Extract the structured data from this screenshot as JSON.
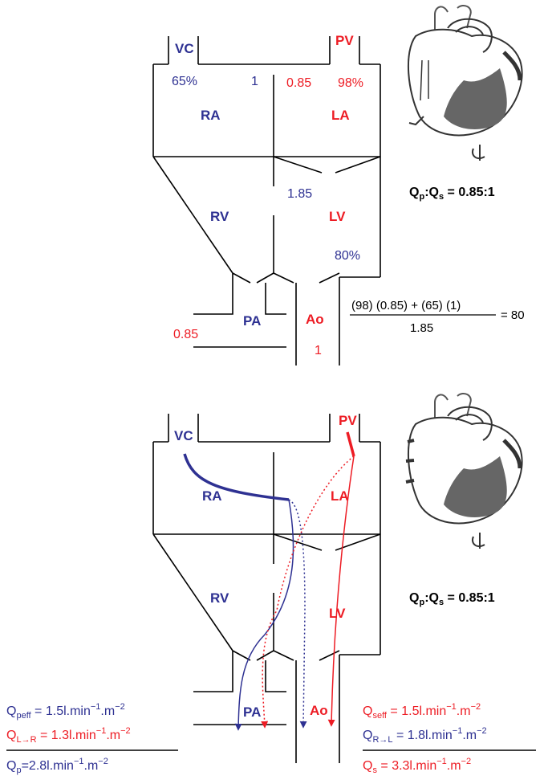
{
  "colors": {
    "blue": "#2e3192",
    "red": "#ed1c24",
    "black": "#000000",
    "heart": "#555555"
  },
  "top": {
    "labels": {
      "vc": "VC",
      "pv": "PV",
      "ra": "RA",
      "la": "LA",
      "rv": "RV",
      "lv": "LV",
      "pa": "PA",
      "ao": "Ao"
    },
    "values": {
      "ra_sat": "65%",
      "ra_flow": "1",
      "la_flow": "0.85",
      "la_sat": "98%",
      "lv_flow": "1.85",
      "lv_sat": "80%",
      "pa_flow": "0.85",
      "ao_flow": "1"
    },
    "ratio": {
      "q1": "Q",
      "s1": "p",
      "colon": ":Q",
      "s2": "s",
      "val": " = 0.85:1"
    },
    "equation": {
      "numerator": "(98) (0.85) + (65) (1)",
      "denominator": "1.85",
      "result": "= 80"
    }
  },
  "bottom": {
    "labels": {
      "vc": "VC",
      "pv": "PV",
      "ra": "RA",
      "la": "LA",
      "rv": "RV",
      "lv": "LV",
      "pa": "PA",
      "ao": "Ao"
    },
    "ratio": {
      "q1": "Q",
      "s1": "p",
      "colon": ":Q",
      "s2": "s",
      "val": " = 0.85:1"
    },
    "left": {
      "l1_q": "Q",
      "l1_sub": "peff",
      "l1_val": " = 1.5l.min",
      "l1_exp": "−1",
      "l1_mid": ".m",
      "l1_exp2": "−2",
      "l2_q": "Q",
      "l2_sub": "L→R",
      "l2_val": " = 1.3l.min",
      "l2_exp": "−1",
      "l2_mid": ".m",
      "l2_exp2": "−2",
      "l3_q": "Q",
      "l3_sub": "p",
      "l3_val": "=2.8l.min",
      "l3_exp": "−1",
      "l3_mid": ".m",
      "l3_exp2": "−2"
    },
    "right": {
      "r1_q": "Q",
      "r1_sub": "seff",
      "r1_val": " = 1.5l.min",
      "r1_exp": "−1",
      "r1_mid": ".m",
      "r1_exp2": "−2",
      "r2_q": "Q",
      "r2_sub": "R→L",
      "r2_val": " = 1.8l.min",
      "r2_exp": "−1",
      "r2_mid": ".m",
      "r2_exp2": "−2",
      "r3_q": "Q",
      "r3_sub": "s",
      "r3_val": " = 3.3l.min",
      "r3_exp": "−1",
      "r3_mid": ".m",
      "r3_exp2": "−2"
    }
  }
}
